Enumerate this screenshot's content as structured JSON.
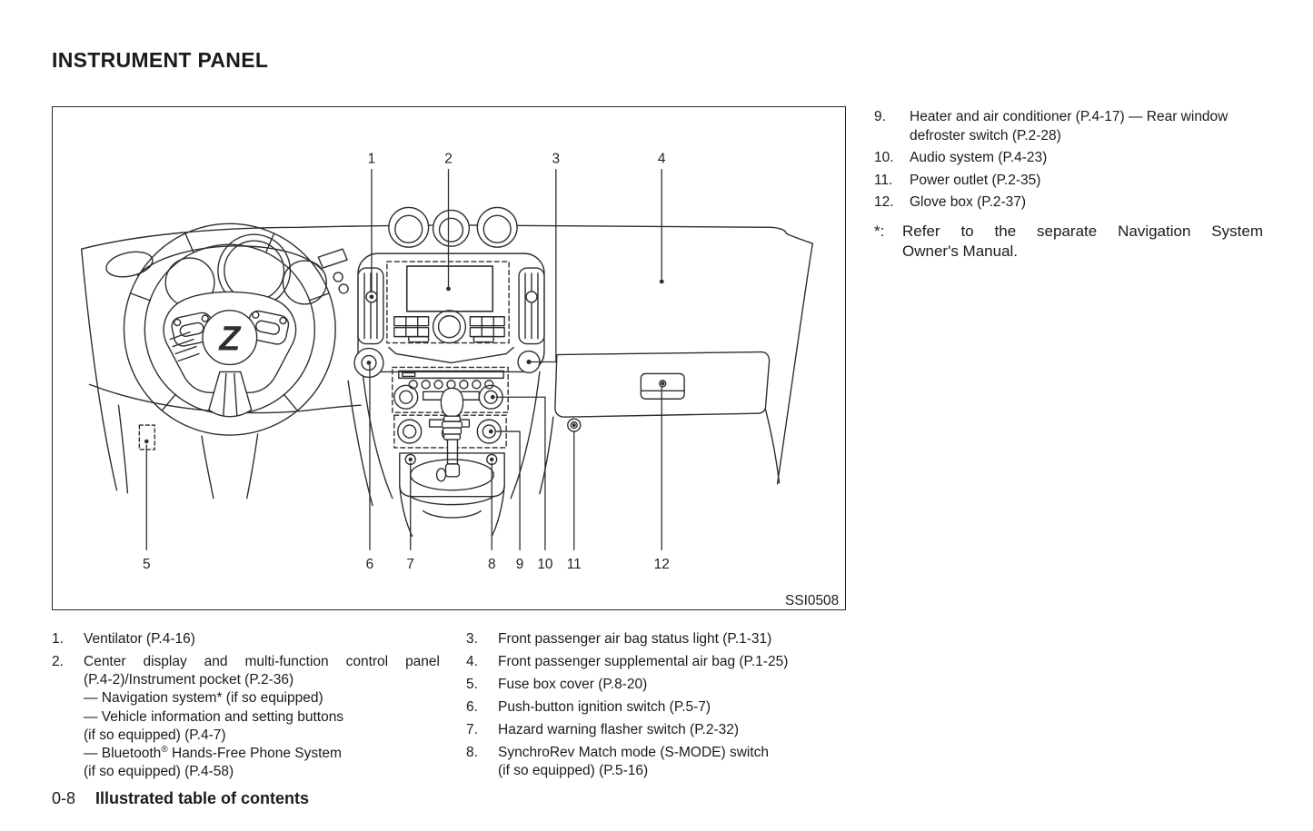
{
  "header": {
    "title": "INSTRUMENT PANEL"
  },
  "figure": {
    "image_code": "SSI0508",
    "emblem": "Z",
    "callout_labels": [
      "1",
      "2",
      "3",
      "4",
      "5",
      "6",
      "7",
      "8",
      "9",
      "10",
      "11",
      "12"
    ]
  },
  "legend_left": {
    "item1": {
      "num": "1.",
      "text": "Ventilator (P.4-16)"
    },
    "item2": {
      "num": "2.",
      "line1": "Center display and multi-function control panel",
      "line2": "(P.4-2)/Instrument pocket (P.2-36)",
      "line3": "— Navigation system* (if so equipped)",
      "line4": "— Vehicle information and setting buttons",
      "line5": "(if so equipped) (P.4-7)",
      "line6_pre": "— Bluetooth",
      "line6_sup": "®",
      "line6_post": " Hands-Free Phone System",
      "line7": "(if so equipped) (P.4-58)"
    }
  },
  "legend_right": {
    "item3": {
      "num": "3.",
      "text": "Front passenger air bag status light (P.1-31)"
    },
    "item4": {
      "num": "4.",
      "text": "Front passenger supplemental air bag (P.1-25)"
    },
    "item5": {
      "num": "5.",
      "text": "Fuse box cover (P.8-20)"
    },
    "item6": {
      "num": "6.",
      "text": "Push-button ignition switch (P.5-7)"
    },
    "item7": {
      "num": "7.",
      "text": "Hazard warning flasher switch (P.2-32)"
    },
    "item8": {
      "num": "8.",
      "text": "SynchroRev Match mode (S-MODE) switch",
      "line2": "(if so equipped) (P.5-16)"
    }
  },
  "sidebar": {
    "item9": {
      "num": "9.",
      "text": "Heater and air conditioner (P.4-17)",
      "line2": "— Rear window defroster switch (P.2-28)"
    },
    "item10": {
      "num": "10.",
      "text": "Audio system (P.4-23)"
    },
    "item11": {
      "num": "11.",
      "text": "Power outlet (P.2-35)"
    },
    "item12": {
      "num": "12.",
      "text": "Glove box (P.2-37)"
    },
    "note": {
      "marker": "*:",
      "line1": "Refer to the separate Navigation System",
      "line2": "Owner's Manual."
    }
  },
  "footer": {
    "page_number": "0-8",
    "section_title": "Illustrated table of contents"
  }
}
